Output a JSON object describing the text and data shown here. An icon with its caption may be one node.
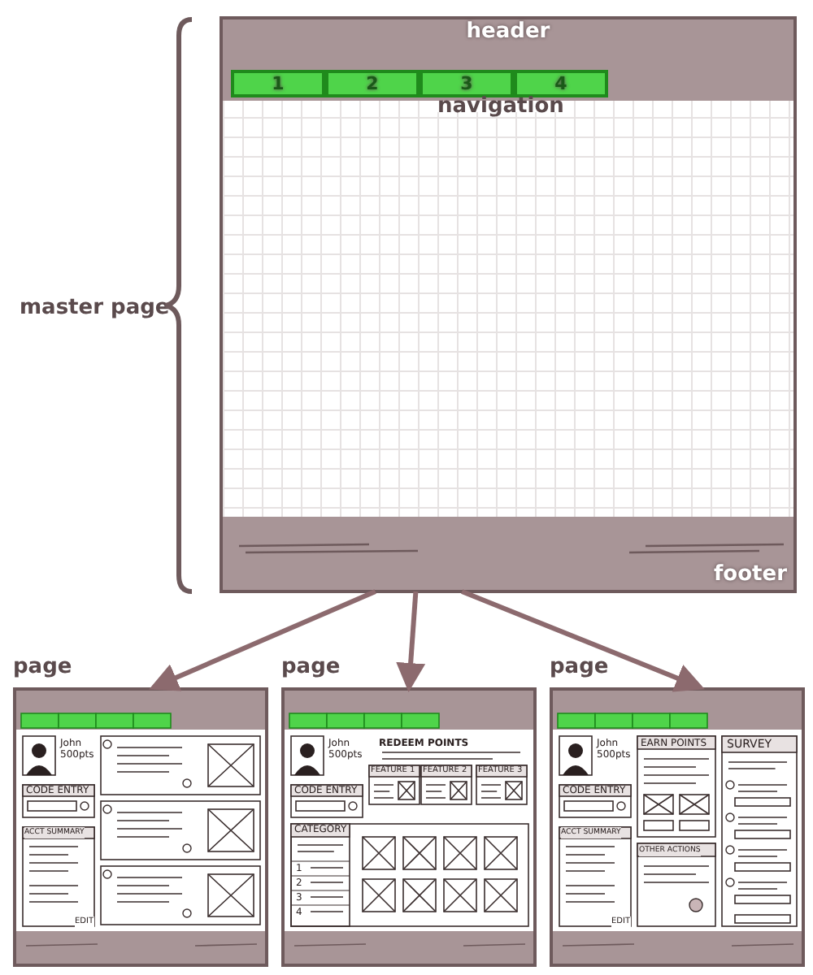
{
  "diagram": {
    "nodes": [
      {
        "text": [
          "master page"
        ]
      },
      {
        "text": [
          "header"
        ],
        "in": 0
      },
      {
        "text": [
          "1"
        ],
        "in": 1
      },
      {
        "text": [
          "2"
        ],
        "in": 1
      },
      {
        "text": [
          "3"
        ],
        "in": 1
      },
      {
        "text": [
          "4"
        ],
        "in": 1
      },
      {
        "text": [
          "footer"
        ],
        "in": 0
      },
      {
        "text": [
          "page"
        ]
      },
      {
        "text": [
          "page"
        ]
      },
      {
        "text": [
          "page"
        ]
      }
    ],
    "edges": [
      {
        "from": 0,
        "to": 7,
        "arrow": "to"
      },
      {
        "from": 0,
        "to": 8,
        "arrow": "to"
      },
      {
        "from": 0,
        "to": 9,
        "arrow": "to"
      }
    ],
    "labels": [
      "navigation",
      "John 500pts",
      "CODE ENTRY",
      "ACCT SUMMARY",
      "EDIT",
      "John 500pts",
      "REDEEM POINTS",
      "FEATURE 1",
      "FEATURE 2",
      "FEATURE 3",
      "CODE ENTRY",
      "CATEGORY",
      "1",
      "2",
      "3",
      "4",
      "John 500pts",
      "EARN POINTS",
      "SURVEY",
      "CODE ENTRY",
      "ACCT SUMMARY",
      "OTHER ACTIONS",
      "EDIT"
    ]
  }
}
